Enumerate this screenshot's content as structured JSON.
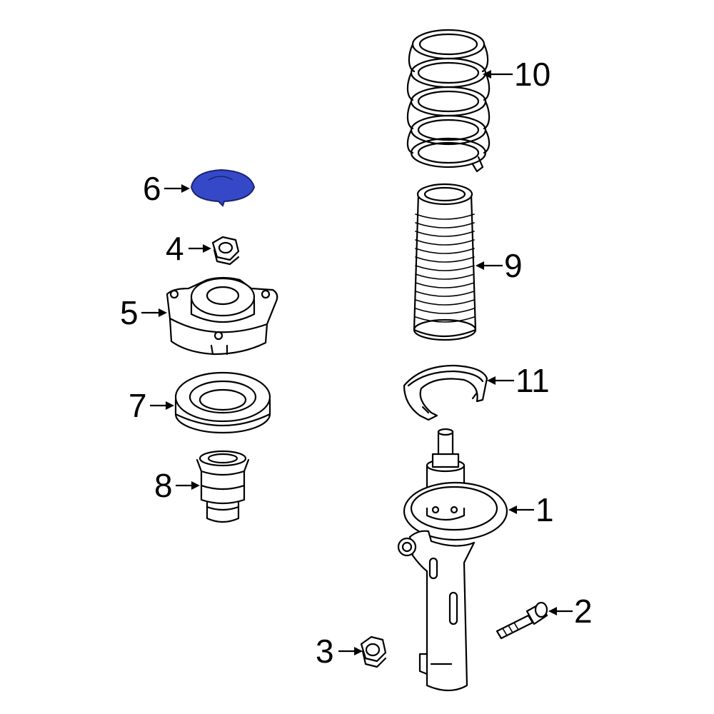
{
  "callouts": {
    "c1": "1",
    "c2": "2",
    "c3": "3",
    "c4": "4",
    "c5": "5",
    "c6": "6",
    "c7": "7",
    "c8": "8",
    "c9": "9",
    "c10": "10",
    "c11": "11"
  },
  "colors": {
    "highlight": "#3549c8",
    "line": "#000000",
    "background": "#ffffff"
  }
}
